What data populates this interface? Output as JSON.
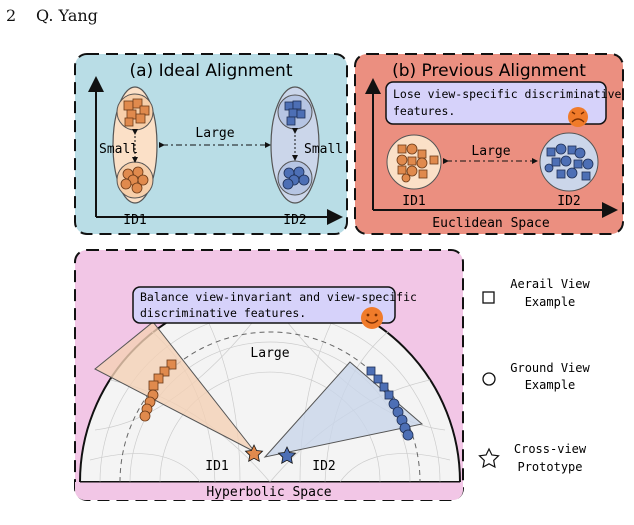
{
  "header": {
    "page_number": "2",
    "author": "Q. Yang"
  },
  "panel_a": {
    "title": "(a) Ideal Alignment",
    "label_large": "Large",
    "label_small_left": "Small",
    "label_small_right": "Small",
    "id1": "ID1",
    "id2": "ID2"
  },
  "panel_b": {
    "title": "(b) Previous Alignment",
    "callout_line1": "Lose view-specific discriminative",
    "callout_line2": "features.",
    "label_large": "Large",
    "id1": "ID1",
    "id2": "ID2",
    "space_label": "Euclidean Space"
  },
  "panel_c": {
    "title": "(c) Hierarchical Hyperbolic Alignment",
    "callout_line1": "Balance view-invariant and view-specific",
    "callout_line2": "discriminative features.",
    "label_large": "Large",
    "id1": "ID1",
    "id2": "ID2",
    "space_label": "Hyperbolic Space"
  },
  "legend": [
    {
      "icon": "square-icon",
      "line1": "Aerail View",
      "line2": "Example"
    },
    {
      "icon": "circle-icon",
      "line1": "Ground View",
      "line2": "Example"
    },
    {
      "icon": "star-icon",
      "line1": "Cross-view",
      "line2": "Prototype"
    }
  ],
  "colors": {
    "panel_a_bg": "#b9dde6",
    "panel_b_bg": "#eb8f80",
    "panel_c_bg": "#f2c6e6",
    "orange": "#e08a4d",
    "blue": "#4d6fb5",
    "callout_bg": "#d6d2fa"
  }
}
